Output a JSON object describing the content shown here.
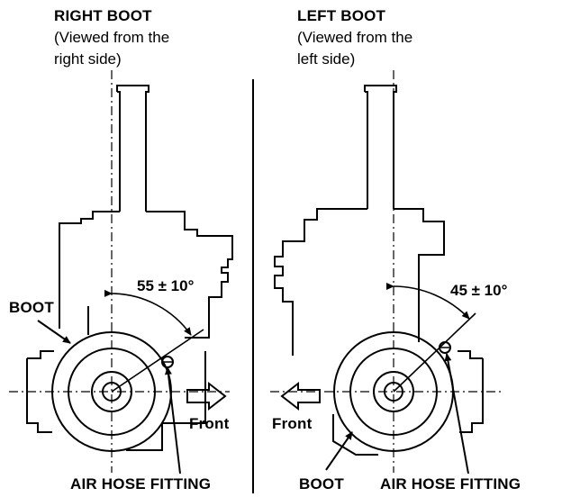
{
  "right": {
    "title": "RIGHT BOOT",
    "subtitle_line1": "(Viewed from the",
    "subtitle_line2": "right side)",
    "angle": "55 ± 10°",
    "boot_label": "BOOT",
    "fitting_label": "AIR HOSE FITTING",
    "front_label": "Front"
  },
  "left": {
    "title": "LEFT BOOT",
    "subtitle_line1": "(Viewed from the",
    "subtitle_line2": "left side)",
    "angle": "45 ± 10°",
    "boot_label": "BOOT",
    "fitting_label": "AIR HOSE FITTING",
    "front_label": "Front"
  }
}
